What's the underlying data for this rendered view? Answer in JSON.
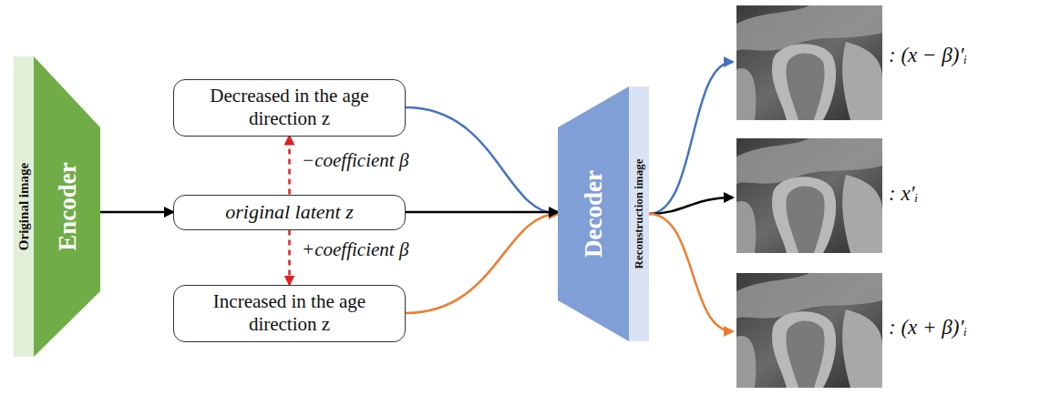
{
  "diagram": {
    "nodes": [
      {
        "text": [
          "Original image"
        ]
      },
      {
        "text": [
          "Encoder"
        ]
      },
      {
        "text": [
          "Decreased in the age direction z"
        ]
      },
      {
        "text": [
          "original latent z"
        ]
      },
      {
        "text": [
          "Increased in the age direction z"
        ]
      },
      {
        "text": [
          "Decoder"
        ]
      },
      {
        "text": [
          "Reconstruction image"
        ]
      }
    ],
    "edges": [
      {
        "from": 1,
        "to": 3,
        "arrow": "to"
      },
      {
        "from": 3,
        "to": 2,
        "arrow": "to",
        "label": "−coefficient β"
      },
      {
        "from": 3,
        "to": 4,
        "arrow": "to",
        "label": "+coefficient β"
      },
      {
        "from": 2,
        "to": 5,
        "arrow": "to"
      },
      {
        "from": 4,
        "to": 5,
        "arrow": "to"
      },
      {
        "from": 3,
        "to": 5,
        "arrow": "to"
      }
    ],
    "labels": [
      ": (x − β)′ᵢ",
      ": x′ᵢ",
      ": (x + β)′ᵢ"
    ]
  }
}
